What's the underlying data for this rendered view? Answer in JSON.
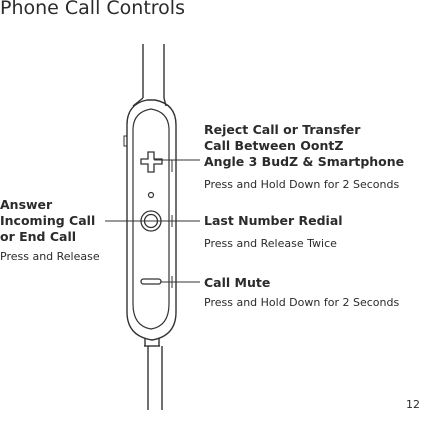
{
  "page": {
    "title": "Phone Call Controls",
    "number": "12"
  },
  "controls": {
    "reject": {
      "title_line1": "Reject Call or Transfer",
      "title_line2": "Call Between OontZ",
      "title_line3": "Angle 3 BudZ & Smartphone",
      "description": "Press and Hold Down for 2 Seconds"
    },
    "redial": {
      "title": "Last Number Redial",
      "description": "Press and Release Twice"
    },
    "mute": {
      "title": "Call Mute",
      "description": "Press and Hold Down for 2 Seconds"
    },
    "answer": {
      "title_line1": "Answer",
      "title_line2": "Incoming Call",
      "title_line3": "or End Call",
      "description": "Press and Release"
    }
  }
}
